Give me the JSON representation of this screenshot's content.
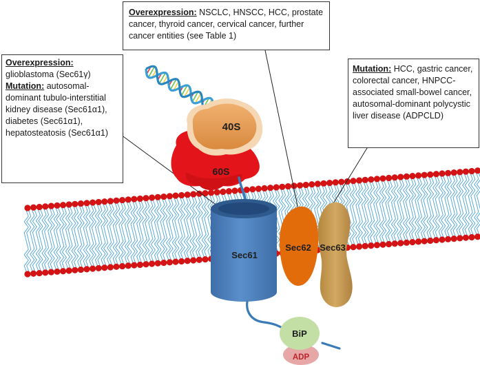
{
  "callouts": {
    "top": {
      "heading": "Overexpression:",
      "text": " NSCLC, HNSCC, HCC, prostate cancer, thyroid cancer, cervical cancer, further cancer entities (see Table 1)"
    },
    "left": {
      "heading1": "Overexpression:",
      "text1": "glioblastoma (Sec61γ)",
      "heading2": "Mutation:",
      "text2": " autosomal-dominant tubulo-interstitial kidney disease (Sec61α1), diabetes (Sec61α1), hepatosteatosis (Sec61α1)"
    },
    "right": {
      "heading": "Mutation:",
      "text": " HCC, gastric cancer, colorectal cancer, HNPCC-associated small-bowel cancer, autosomal-dominant polycystic liver disease (ADPCLD)"
    }
  },
  "labels": {
    "ribosome_small": "40S",
    "ribosome_large": "60S",
    "sec61": "Sec61",
    "sec62": "Sec62",
    "sec63": "Sec63",
    "bip": "BiP",
    "adp": "ADP"
  },
  "colors": {
    "membrane_head": "#d41414",
    "membrane_tail": "#5aaad8",
    "sec61": "#4f82bd",
    "sec62": "#e36c0a",
    "sec63": "#c69a4e",
    "ribosome_40s": "#e3964e",
    "ribosome_60s": "#e3141a",
    "bip": "#c3dfa5",
    "adp": "#e7a7a7",
    "mrna_strand": "#3a9fd6"
  }
}
